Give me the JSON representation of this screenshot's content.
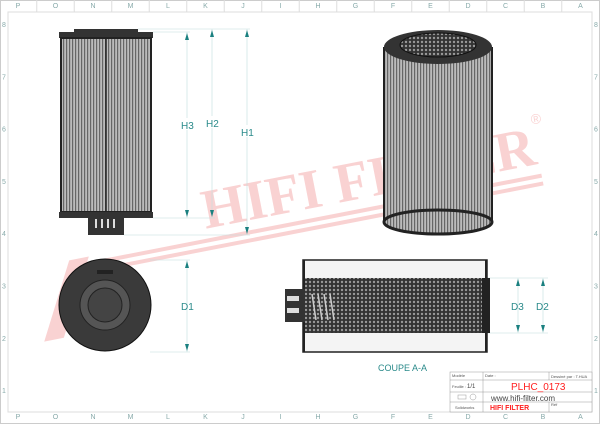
{
  "grid": {
    "columns": [
      "P",
      "O",
      "N",
      "M",
      "L",
      "K",
      "J",
      "I",
      "H",
      "G",
      "F",
      "E",
      "D",
      "C",
      "B",
      "A"
    ],
    "rows": [
      "8",
      "7",
      "6",
      "5",
      "4",
      "3",
      "2",
      "1"
    ]
  },
  "dimensions": {
    "h1": "H1",
    "h2": "H2",
    "h3": "H3",
    "d1": "D1",
    "d2": "D2",
    "d3": "D3"
  },
  "section_label": "COUPE A-A",
  "watermark": {
    "text": "HIFI FILTER",
    "registered": "®",
    "color": "#f08080"
  },
  "title_block": {
    "modele_label": "Modèle",
    "date_label": "Date :",
    "dessine_par": "Dessiné par : T.HUA",
    "feuille_label": "Feuille :",
    "feuille_value": "1/1",
    "part_number": "PLHC_0173",
    "website": "www.hifi-filter.com",
    "software": "Solidworks",
    "brand": "HIFI FILTER",
    "ref_label": "Réf",
    "accent_color": "#ff2020"
  }
}
